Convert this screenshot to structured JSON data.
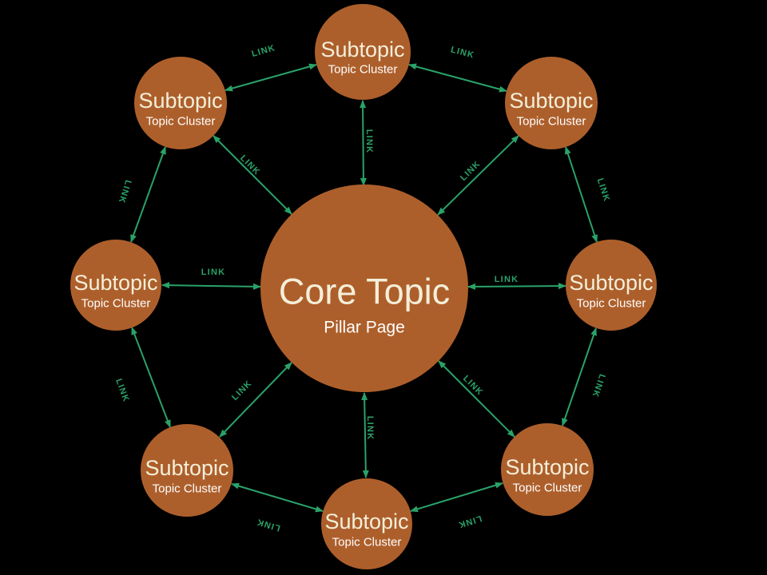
{
  "diagram": {
    "type": "topic-cluster-hub-and-spoke",
    "background_color": "#000000",
    "node_fill_color": "#ad5f2b",
    "node_title_color": "#f4efd9",
    "node_subtitle_color": "#ffffff",
    "link_color": "#2aa269"
  },
  "core": {
    "title": "Core Topic",
    "subtitle": "Pillar Page"
  },
  "subtopics": [
    {
      "position": "top",
      "title": "Subtopic",
      "subtitle": "Topic Cluster"
    },
    {
      "position": "top-right",
      "title": "Subtopic",
      "subtitle": "Topic Cluster"
    },
    {
      "position": "right",
      "title": "Subtopic",
      "subtitle": "Topic Cluster"
    },
    {
      "position": "bottom-right",
      "title": "Subtopic",
      "subtitle": "Topic Cluster"
    },
    {
      "position": "bottom",
      "title": "Subtopic",
      "subtitle": "Topic Cluster"
    },
    {
      "position": "bottom-left",
      "title": "Subtopic",
      "subtitle": "Topic Cluster"
    },
    {
      "position": "left",
      "title": "Subtopic",
      "subtitle": "Topic Cluster"
    },
    {
      "position": "top-left",
      "title": "Subtopic",
      "subtitle": "Topic Cluster"
    }
  ],
  "links": [
    {
      "from": "core",
      "to": "top",
      "label": "LINK",
      "arrows": "both"
    },
    {
      "from": "core",
      "to": "top-right",
      "label": "LINK",
      "arrows": "both"
    },
    {
      "from": "core",
      "to": "right",
      "label": "LINK",
      "arrows": "both"
    },
    {
      "from": "core",
      "to": "bottom-right",
      "label": "LINK",
      "arrows": "both"
    },
    {
      "from": "core",
      "to": "bottom",
      "label": "LINK",
      "arrows": "both"
    },
    {
      "from": "core",
      "to": "bottom-left",
      "label": "LINK",
      "arrows": "both"
    },
    {
      "from": "core",
      "to": "left",
      "label": "LINK",
      "arrows": "both"
    },
    {
      "from": "core",
      "to": "top-left",
      "label": "LINK",
      "arrows": "both"
    },
    {
      "from": "top-left",
      "to": "top",
      "label": "LINK",
      "arrows": "both"
    },
    {
      "from": "top",
      "to": "top-right",
      "label": "LINK",
      "arrows": "both"
    },
    {
      "from": "top-right",
      "to": "right",
      "label": "LINK",
      "arrows": "both"
    },
    {
      "from": "right",
      "to": "bottom-right",
      "label": "LINK",
      "arrows": "both"
    },
    {
      "from": "bottom-right",
      "to": "bottom",
      "label": "LINK",
      "arrows": "both"
    },
    {
      "from": "bottom",
      "to": "bottom-left",
      "label": "LINK",
      "arrows": "both"
    },
    {
      "from": "bottom-left",
      "to": "left",
      "label": "LINK",
      "arrows": "both"
    },
    {
      "from": "left",
      "to": "top-left",
      "label": "LINK",
      "arrows": "both"
    }
  ]
}
